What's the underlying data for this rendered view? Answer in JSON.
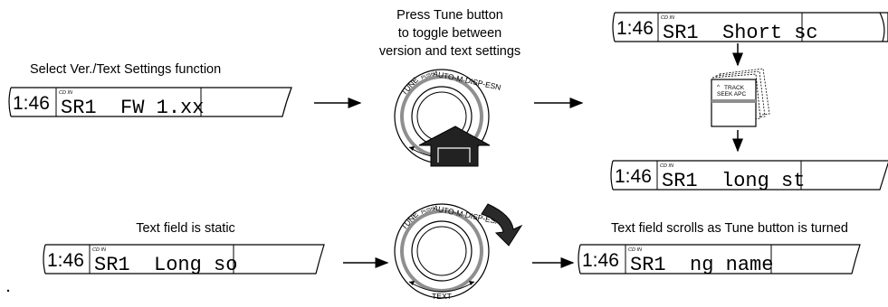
{
  "captions": {
    "select_function": "Select Ver./Text Settings function",
    "press_tune_line1": "Press Tune button",
    "press_tune_line2": "to toggle between",
    "press_tune_line3": "version and text settings",
    "static_field": "Text field is static",
    "scrolls_field": "Text field scrolls as Tune button is turned"
  },
  "displays": {
    "version": {
      "time": "1:46",
      "cd_in": "CD IN",
      "text": "SR1  FW 1.xx"
    },
    "short": {
      "time": "1:46",
      "cd_in": "CD IN",
      "text": "SR1  Short sc"
    },
    "long": {
      "time": "1:46",
      "cd_in": "CD IN",
      "text": "SR1  long st"
    },
    "static": {
      "time": "1:46",
      "cd_in": "CD IN",
      "text": "SR1  Long so"
    },
    "scrolled": {
      "time": "1:46",
      "cd_in": "CD IN",
      "text": "SR1  ng name"
    }
  },
  "knob": {
    "arc_label": "TUNE PUSH AUTO-M-DISP-ESN",
    "tune": "TUNE",
    "push": "PUSH",
    "auto": "AUTO-M-DISP-ESN",
    "bottom_label": "TEXT"
  },
  "track_button": {
    "caret": "^",
    "line1": "TRACK",
    "line2": "SEEK APC"
  }
}
